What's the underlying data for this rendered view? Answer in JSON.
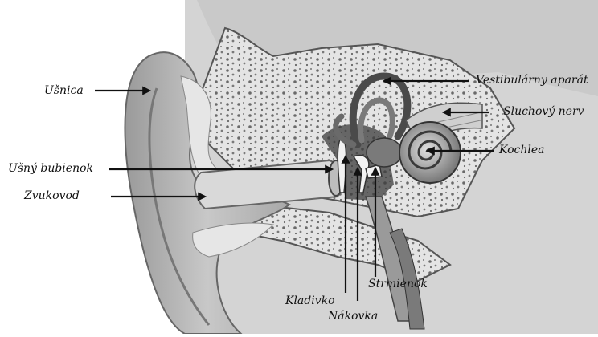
{
  "labels": {
    "usnica": "Ušnica",
    "vestibular": "Vestibulárny aparát",
    "sluchovy_nerv": "Sluchový nerv",
    "kochlea": "Kochlea",
    "bubienok": "Ušný bubienok",
    "zvukovod": "Zvukovod",
    "kladivko": "Kladivko",
    "nakovka": "Nákovka",
    "strmienok": "Strmienok"
  },
  "colors": {
    "bone": "#e2e2e2",
    "bone_dark": "#9a9a9a",
    "skin": "#bdbdbd",
    "skin_dark": "#7d7d7d",
    "organ": "#8c8c8c",
    "organ_dark": "#4a4a4a",
    "arrow": "#111111"
  }
}
